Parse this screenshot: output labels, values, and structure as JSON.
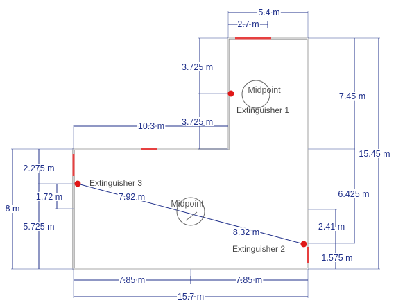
{
  "dimensions": {
    "top_width": "5.4 m",
    "top_door_offset": "2.7 m",
    "upper_left_wall": "3.725 m",
    "upper_left_wall_2": "3.725 m",
    "left_wing_width": "10.3 m",
    "right_upper": "7.45 m",
    "total_height": "15.45 m",
    "right_lower": "6.425 m",
    "right_door_up": "2.41 m",
    "right_door_low": "1.575 m",
    "left_height": "8 m",
    "left_upper": "2.275 m",
    "left_ext_offset": "1.72 m",
    "left_lower": "5.725 m",
    "diag_1": "7.92 m",
    "diag_2": "8.32 m",
    "bottom_left": "7.85 m",
    "bottom_right": "7.85 m",
    "bottom_total": "15.7 m"
  },
  "labels": {
    "extinguisher_1": "Extinguisher 1",
    "extinguisher_2": "Extinguisher 2",
    "extinguisher_3": "Extinguisher 3",
    "midpoint_upper": "Midpoint",
    "midpoint_lower": "Midpoint"
  },
  "colors": {
    "dimension": "#1f2f8a",
    "wall": "#8a8a8a",
    "door": "#e64040",
    "extinguisher": "#e01818"
  }
}
